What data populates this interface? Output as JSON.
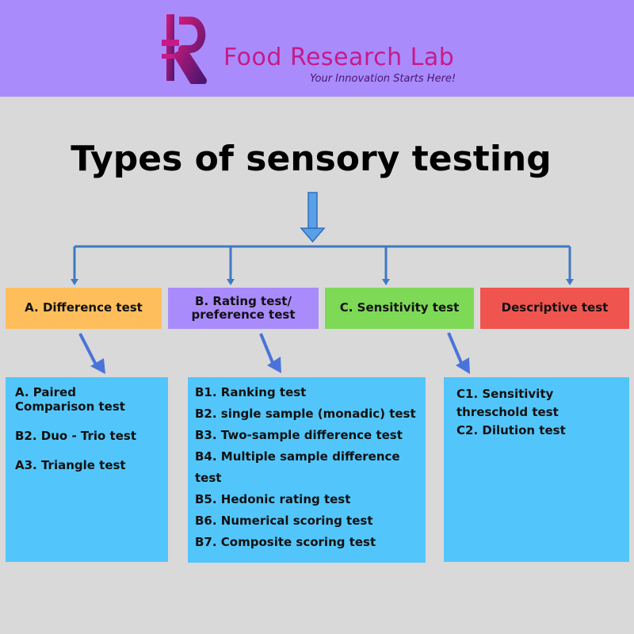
{
  "header": {
    "brand_name": "Food Research Lab",
    "tagline": "Your Innovation Starts Here!",
    "colors": {
      "background": "#a98bfc",
      "brand": "#c71a8a"
    }
  },
  "title": "Types of sensory testing",
  "categories": [
    {
      "label": "A. Difference test",
      "color": "#ffbe5c"
    },
    {
      "label": "B. Rating test/ preference test",
      "color": "#a98bfc"
    },
    {
      "label": "C. Sensitivity test",
      "color": "#7ed957"
    },
    {
      "label": "Descriptive test",
      "color": "#f0544f"
    }
  ],
  "lists": {
    "difference": [
      "A. Paired Comparison test",
      "B2. Duo - Trio test",
      "A3. Triangle test"
    ],
    "rating": [
      "B1. Ranking test",
      "B2. single sample (monadic) test",
      "B3. Two-sample difference test",
      "B4. Multiple sample difference test",
      "B5. Hedonic rating test",
      "B6. Numerical scoring test",
      "B7. Composite scoring test"
    ],
    "sensitivity": [
      "C1. Sensitivity threschold test",
      "C2. Dilution test"
    ],
    "color": "#52c6fb"
  }
}
